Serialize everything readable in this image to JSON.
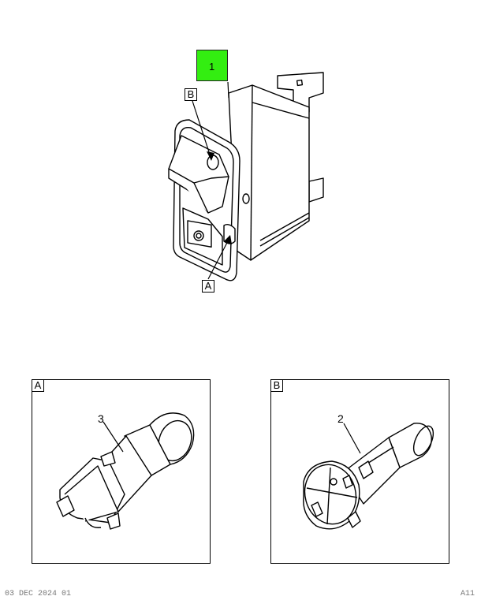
{
  "main_view": {
    "callout_primary": "1",
    "callout_b": "B",
    "callout_a": "A",
    "highlight_color": "#33ee11"
  },
  "detail_a": {
    "tag": "A",
    "part_number": "3"
  },
  "detail_b": {
    "tag": "B",
    "part_number": "2"
  },
  "footer": {
    "left": "03 DEC 2024 01",
    "right": "A11"
  }
}
